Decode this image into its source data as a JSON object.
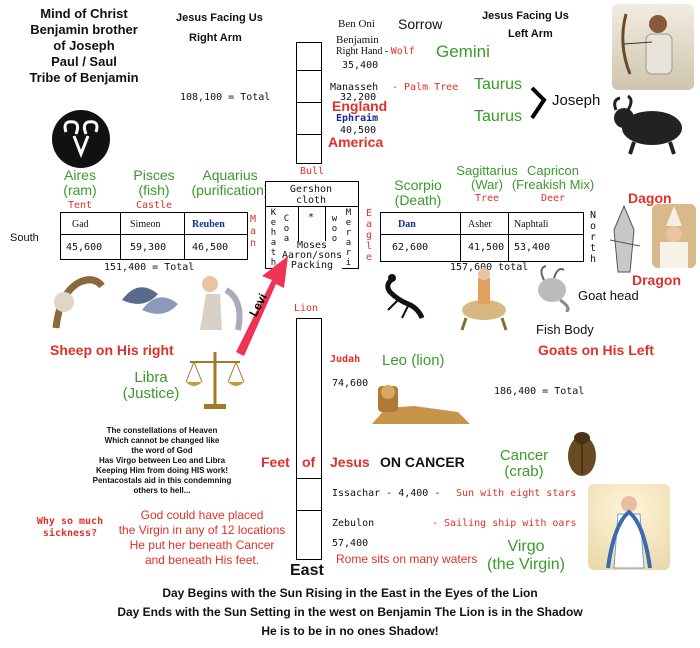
{
  "header": {
    "title_lines": [
      "Mind of Christ",
      "Benjamin brother",
      "of Joseph",
      "Paul / Saul",
      "Tribe of Benjamin"
    ],
    "jesus_right": "Jesus Facing Us",
    "right_arm": "Right Arm",
    "jesus_left": "Jesus Facing Us",
    "left_arm": "Left Arm",
    "west_total": "108,100 = Total"
  },
  "west_column": {
    "ben_oni": "Ben Oni",
    "sorrow": "Sorrow",
    "benjamin": "Benjamin",
    "right_hand": "Right Hand",
    "dash": "-",
    "wolf": "Wolf",
    "gemini": "Gemini",
    "benjamin_num": "35,400",
    "manasseh": "Manasseh",
    "palm": "- Palm Tree",
    "manasseh_num": "32,200",
    "england": "England",
    "ephraim": "Ephraim",
    "ephraim_num": "40,500",
    "america": "America",
    "taurus1": "Taurus",
    "taurus2": "Taurus",
    "joseph": "Joseph"
  },
  "south": {
    "label": "South",
    "aires": "Aires",
    "ram": "(ram)",
    "tent": "Tent",
    "pisces": "Pisces",
    "fish": "(fish)",
    "castle": "Castle",
    "aquarius": "Aquarius",
    "purification": "(purification)",
    "tribes": [
      {
        "name": "Gad",
        "num": "45,600"
      },
      {
        "name": "Simeon",
        "num": "59,300"
      },
      {
        "name": "Reuben",
        "num": "46,500"
      }
    ],
    "man_letters": [
      "M",
      "a",
      "n"
    ],
    "total": "151,400 = Total"
  },
  "center": {
    "bull": "Bull",
    "gershon": "Gershon",
    "cloth": "cloth",
    "kohath_letters": [
      "K",
      "e",
      "h",
      "a",
      "t",
      "h"
    ],
    "coal_letters": [
      "C",
      "o",
      "a",
      "l",
      "d"
    ],
    "merari_letters": [
      "M",
      "e",
      "r",
      "a",
      "r",
      "i"
    ],
    "wood_letters": [
      "w",
      "o",
      "o",
      "d",
      "r"
    ],
    "star": "*",
    "moses": "Moses",
    "aaron": "Aaron/sons",
    "packing": "Packing",
    "levi": "Levi",
    "lion": "Lion"
  },
  "north": {
    "label_letters": [
      "N",
      "o",
      "r",
      "t",
      "h"
    ],
    "eagle_letters": [
      "E",
      "a",
      "g",
      "l",
      "e"
    ],
    "scorpio": "Scorpio",
    "death": "(Death)",
    "sagittarius": "Sagittarius",
    "war": "(War)",
    "tree": "Tree",
    "capricon": "Capricon",
    "freakish": "(Freakish Mix)",
    "deer": "Deer",
    "tribes": [
      {
        "name": "Dan",
        "num": "62,600"
      },
      {
        "name": "Asher",
        "num": "41,500"
      },
      {
        "name": "Naphtali",
        "num": "53,400"
      }
    ],
    "total": "157,600 total",
    "dagon": "Dagon",
    "dragon": "Dragon",
    "goat_head": "Goat head",
    "fish_body": "Fish Body"
  },
  "east": {
    "judah": "Judah",
    "judah_num": "74,600",
    "leo": "Leo (lion)",
    "total": "186,400 = Total",
    "issachar": "Issachar - 4,400 -",
    "sun_eight": "Sun with eight stars",
    "zebulon": "Zebulon",
    "sailing": "- Sailing ship with oars",
    "zebulon_num": "57,400",
    "rome": "Rome sits on many waters",
    "cancer": "Cancer",
    "crab": "(crab)",
    "virgo": "Virgo",
    "the_virgin": "(the Virgin)",
    "east_label": "East"
  },
  "notes": {
    "sheep": "Sheep on His right",
    "goats": "Goats on His Left",
    "libra": "Libra",
    "justice": "(Justice)",
    "constellations": [
      "The constellations of Heaven",
      "Which cannot be changed like",
      "the word of God",
      "Has Virgo between Leo and Libra",
      "Keeping Him from doing HIS work!",
      "Pentacostals aid in this condemning",
      "others to hell..."
    ],
    "feet": "Feet",
    "of": "of",
    "jesus": "Jesus",
    "on_cancer": "ON CANCER",
    "why": [
      "Why so much",
      "sickness?"
    ],
    "god_placed": [
      "God could have placed",
      "the Virgin in any of 12 locations",
      "He put her beneath Cancer",
      "and beneath His feet."
    ],
    "footer": [
      "Day Begins with the Sun Rising in the East in the Eyes of the Lion",
      "Day Ends with the Sun Setting in the west on Benjamin The Lion is in the Shadow",
      "He is to be in no ones Shadow!"
    ]
  },
  "colors": {
    "green": "#3a9a2a",
    "red": "#e0302a",
    "blue": "#1a2aa0",
    "arrow": "#ee3355"
  }
}
